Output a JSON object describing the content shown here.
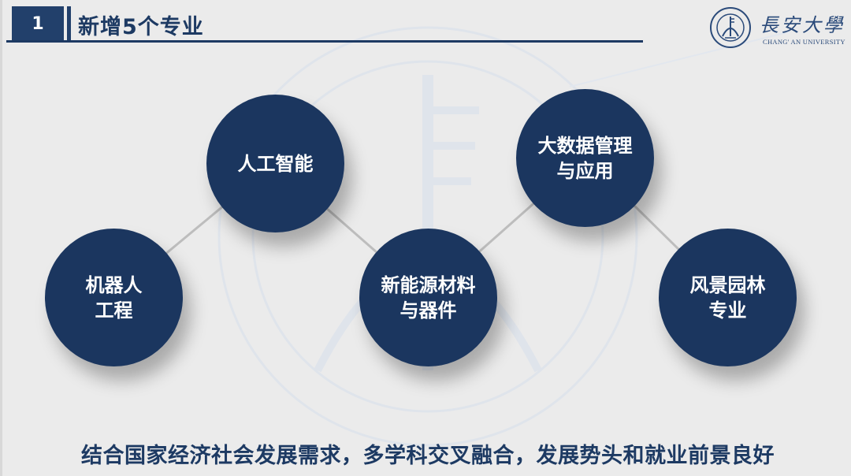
{
  "header": {
    "section_number": "1",
    "title": "新增5个专业"
  },
  "logo": {
    "name_cn": "長安大學",
    "name_en": "CHANG' AN UNIVERSITY",
    "seal_icon": "university-seal-icon"
  },
  "colors": {
    "primary_navy": "#1b365f",
    "header_navy": "#22406b",
    "background": "#ebebeb",
    "connector": "#bdbdbd",
    "node_text": "#ffffff"
  },
  "nodes": [
    {
      "id": "robotics",
      "lines": [
        "机器人",
        "工程"
      ]
    },
    {
      "id": "ai",
      "lines": [
        "人工智能"
      ]
    },
    {
      "id": "new-energy",
      "lines": [
        "新能源材料",
        "与器件"
      ]
    },
    {
      "id": "big-data",
      "lines": [
        "大数据管理",
        "与应用"
      ]
    },
    {
      "id": "landscape",
      "lines": [
        "风景园林",
        "专业"
      ]
    }
  ],
  "connections": [
    [
      "robotics",
      "ai"
    ],
    [
      "ai",
      "new-energy"
    ],
    [
      "new-energy",
      "big-data"
    ],
    [
      "big-data",
      "landscape"
    ]
  ],
  "footer": {
    "summary": "结合国家经济社会发展需求，多学科交叉融合，发展势头和就业前景良好"
  }
}
